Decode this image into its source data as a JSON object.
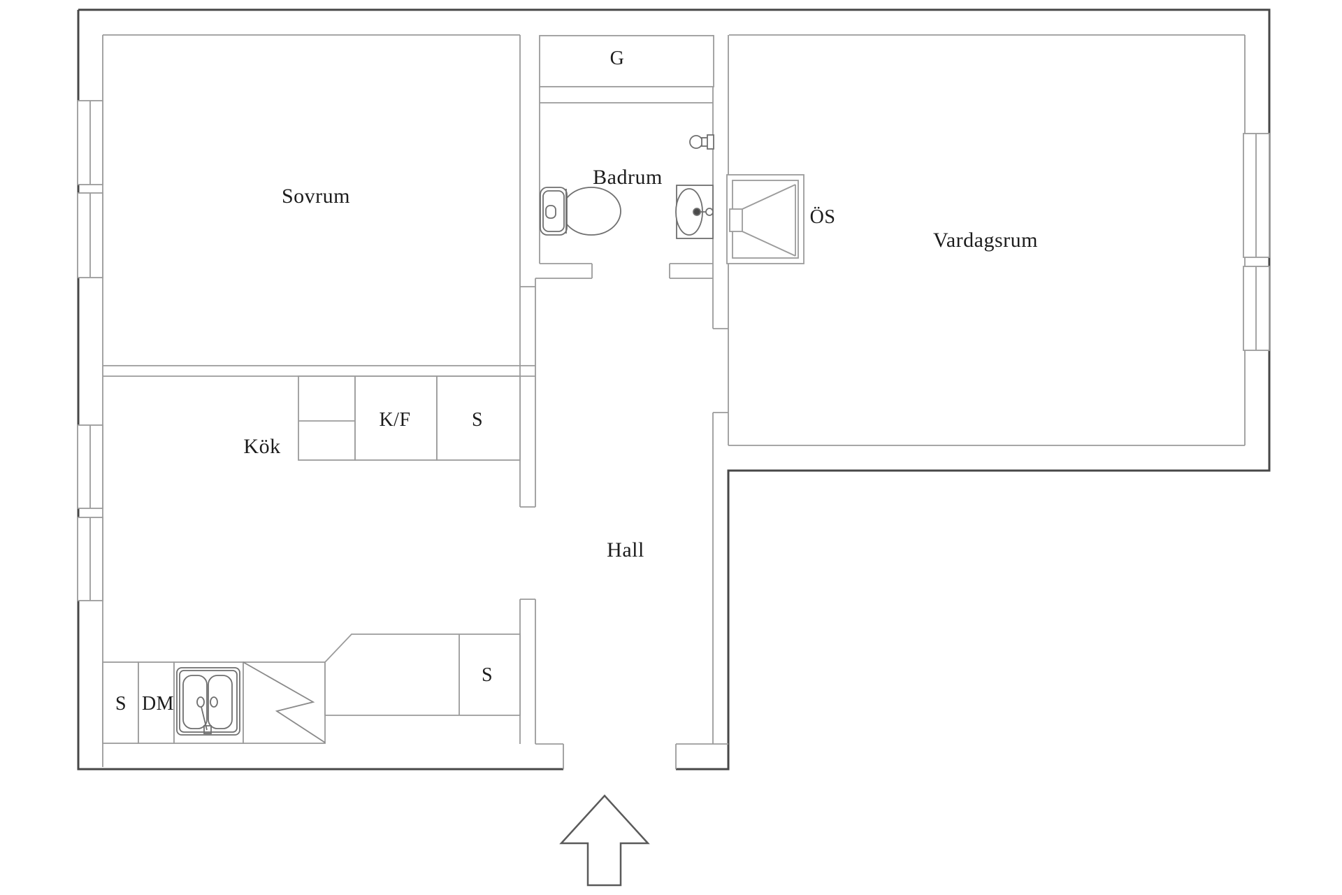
{
  "drawing": {
    "type": "apartment-floor-plan",
    "style": "black-and-white architectural line drawing"
  },
  "colors": {
    "background": "#ffffff",
    "outer_wall": "#474747",
    "inner_wall": "#9b9b9b",
    "fixture_line": "#6f6f6f",
    "text": "#1c1c1c"
  },
  "rooms": {
    "sovrum": {
      "label": "Sovrum"
    },
    "badrum": {
      "label": "Badrum"
    },
    "vardagsrum": {
      "label": "Vardagsrum"
    },
    "kok": {
      "label": "Kök"
    },
    "hall": {
      "label": "Hall"
    }
  },
  "fixtures": {
    "garderob": "G",
    "oppen_spis": "ÖS",
    "kyl_frys": "K/F",
    "skap_upper": "S",
    "skap_counter": "S",
    "skap_base": "S",
    "diskmaskin": "DM"
  }
}
